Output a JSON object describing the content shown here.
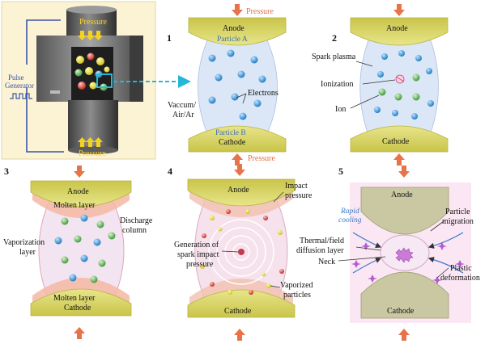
{
  "colors": {
    "electrode": "#d7d46a",
    "electrode_dark": "#b9b440",
    "arrow": "#e8734a",
    "pressure_text": "#e0704a",
    "plasma": "#dbe7f7",
    "molten": "#f4b9a4",
    "blue_ion": "#2e8fd6",
    "green_ion": "#5fb65a",
    "dashed_arrow": "#24b7d8",
    "wire": "#3b55a8",
    "cooling": "#3a78c9"
  },
  "device": {
    "pressure_top": "Pressure",
    "pressure_bottom": "Pressure",
    "pulse_line1": "Pulse",
    "pulse_line2": "Generator"
  },
  "stages": [
    {
      "number": "1",
      "anode_label": "Anode",
      "particle_a": "Particle A",
      "particle_b": "Particle B",
      "cathode_label": "Cathode",
      "pressure_top": "Pressure",
      "pressure_bottom": "Pressure",
      "electrons": "Electrons",
      "medium_line1": "Vaccum/",
      "medium_line2": "Air/Ar"
    },
    {
      "number": "2",
      "anode_label": "Anode",
      "cathode_label": "Cathode",
      "spark_plasma": "Spark plasma",
      "ionization": "Ionization",
      "ion": "Ion"
    },
    {
      "number": "3",
      "anode_label": "Anode",
      "cathode_label": "Cathode",
      "molten_top": "Molten layer",
      "molten_bottom": "Molten layer",
      "discharge_line1": "Discharge",
      "discharge_line2": "column",
      "vapor_line1": "Vaporization",
      "vapor_line2": "layer"
    },
    {
      "number": "4",
      "anode_label": "Anode",
      "cathode_label": "Cathode",
      "impact_line1": "Impact",
      "impact_line2": "pressure",
      "gen_line1": "Generation of",
      "gen_line2": "spark impact",
      "gen_line3": "pressure",
      "vaporized_line1": "Vaporized",
      "vaporized_line2": "particles"
    },
    {
      "number": "5",
      "anode_label": "Anode",
      "cathode_label": "Cathode",
      "rapid_line1": "Rapid",
      "rapid_line2": "cooling",
      "migration_line1": "Particle",
      "migration_line2": "migration",
      "thermal_line1": "Thermal/field",
      "thermal_line2": "diffusion layer",
      "neck": "Neck",
      "plastic_line1": "Plastic",
      "plastic_line2": "deformation"
    }
  ]
}
